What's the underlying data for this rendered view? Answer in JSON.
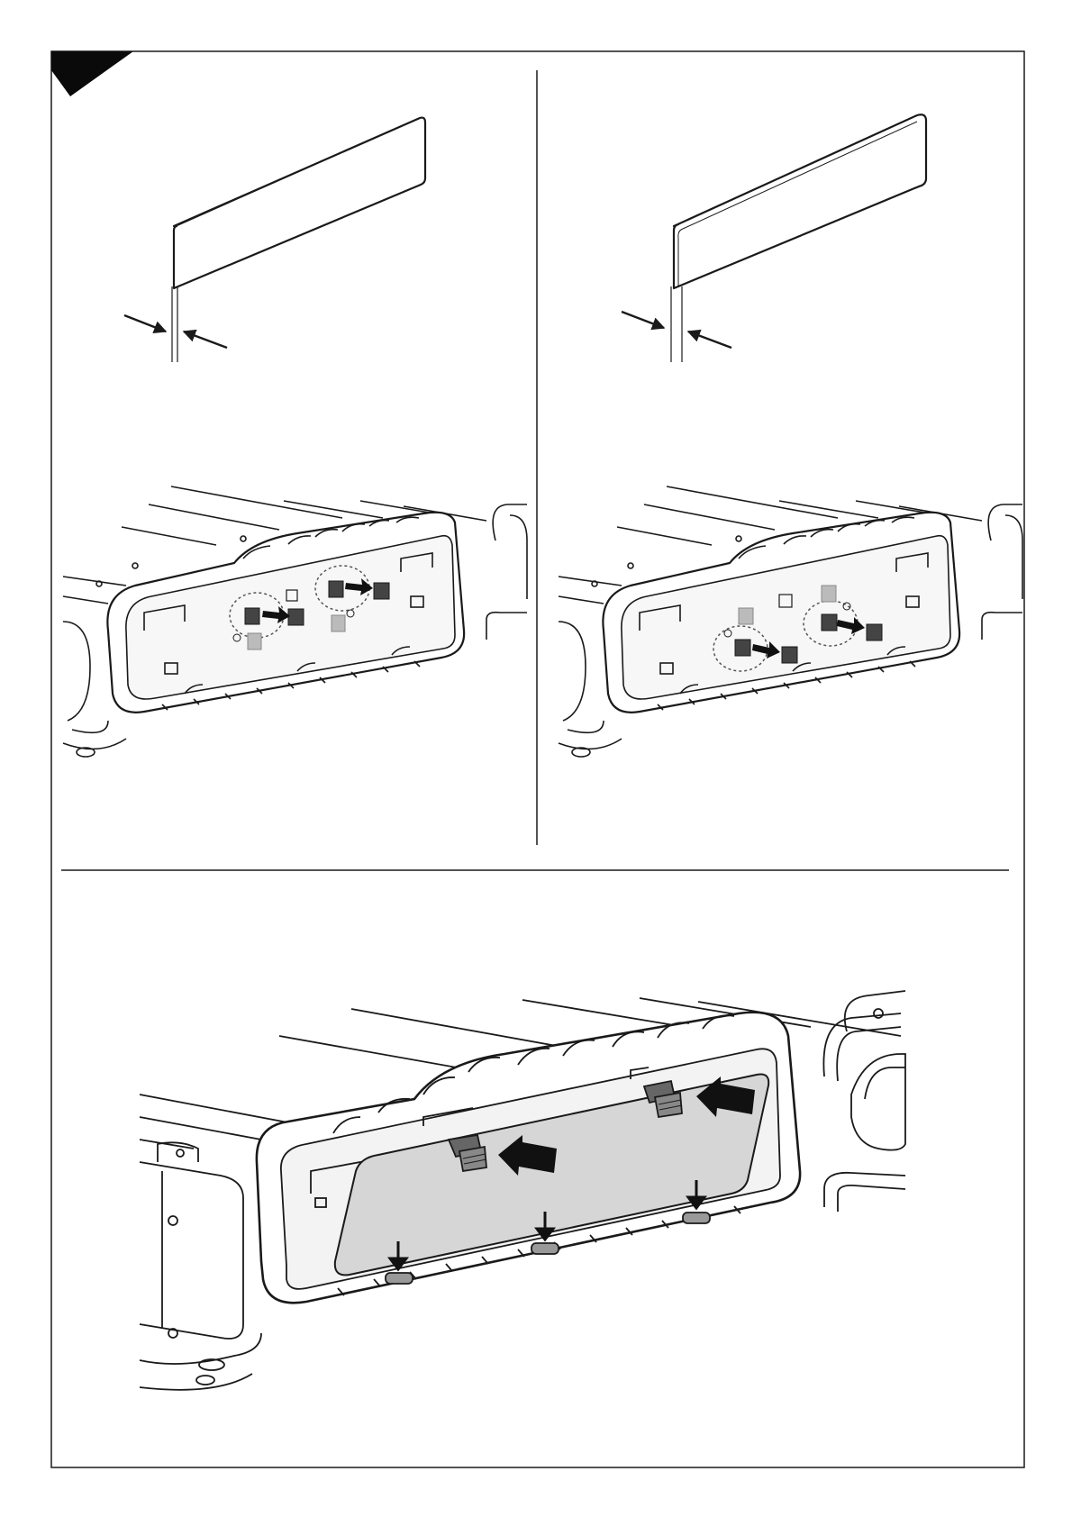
{
  "page": {
    "colors": {
      "ink": "#1a1a1a",
      "line": "#222222",
      "fill_light": "#e3e3e3",
      "fill_plate": "#cfcfcf",
      "tab_dark": "#3a3a3a",
      "paper": "#ffffff"
    }
  },
  "panels": [
    {
      "id": "top-left",
      "plate_variant": "thin",
      "clip_positions": "upper"
    },
    {
      "id": "top-right",
      "plate_variant": "thick",
      "clip_positions": "lower"
    },
    {
      "id": "bottom",
      "plate_variant": "mounted",
      "steps": [
        "slide-clips-in",
        "press-down-tabs"
      ]
    }
  ]
}
